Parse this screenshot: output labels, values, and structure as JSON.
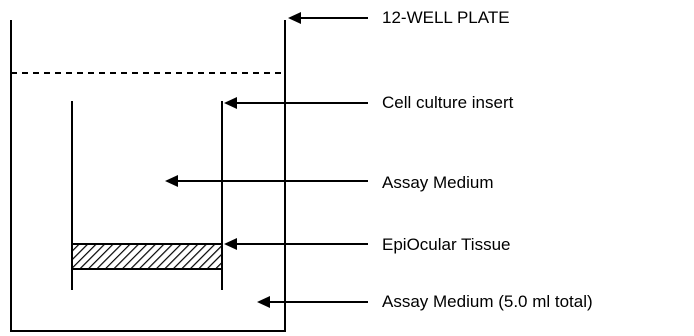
{
  "diagram": {
    "labels": {
      "plate": "12-WELL PLATE",
      "insert": "Cell culture insert",
      "medium_inner": "Assay Medium",
      "tissue": "EpiOcular Tissue",
      "medium_outer": "Assay Medium (5.0 ml total)"
    },
    "colors": {
      "line": "#000000",
      "background": "#ffffff"
    }
  }
}
